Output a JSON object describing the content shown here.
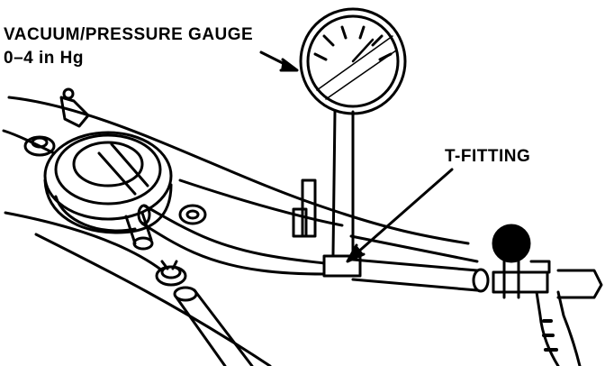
{
  "labels": {
    "gauge_title": "VACUUM/PRESSURE GAUGE",
    "gauge_range": "0–4 in Hg",
    "tfitting": "T-FITTING"
  },
  "icons": {
    "gauge": "pressure-gauge-icon",
    "pump": "hand-vacuum-pump-icon",
    "valve": "diaphragm-valve-icon",
    "clamp": "hose-clamp-icon"
  },
  "colors": {
    "ink": "#000000",
    "paper": "#ffffff"
  }
}
